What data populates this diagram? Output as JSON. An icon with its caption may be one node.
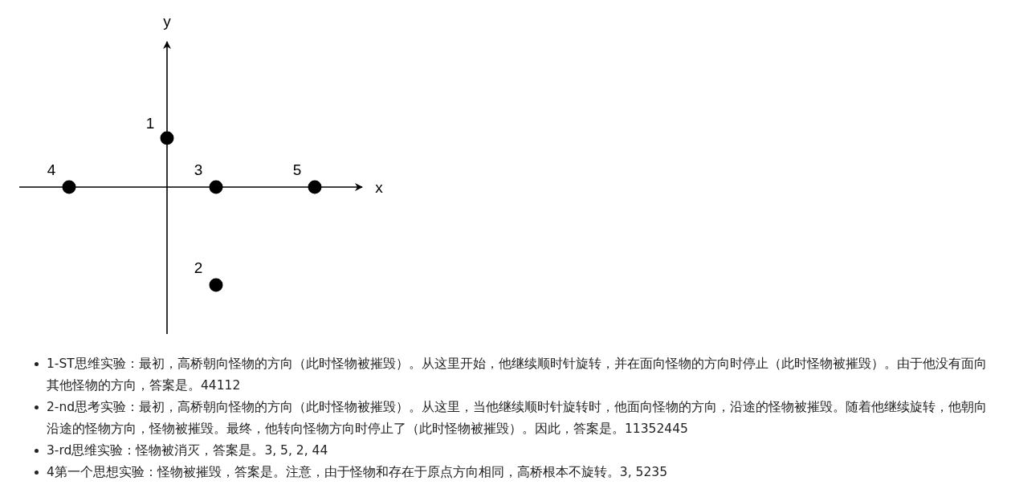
{
  "diagram": {
    "labels": [
      "y",
      "1",
      "4",
      "3",
      "5",
      "x",
      "2",
      "1-ST思维实验：最初，高桥朝向怪物的方向（此时怪物被摧毁）。从这里开始，他继续顺时针旋转，并在面向怪物的方向时停止（此时怪物被摧毁）。由于他没有面向其他怪物的方向，答案是。44112",
      "2-nd思考实验：最初，高桥朝向怪物的方向（此时怪物被摧毁）。从这里，当他继续顺时针旋转时，他面向怪物的方向，沿途的怪物被摧毁。随着他继续旋转，他朝向沿途的怪物方向，怪物被摧毁。最终，他转向怪物方向时停止了（此时怪物被摧毁）。因此，答案是。11352445",
      "3-rd思维实验：怪物被消灭，答案是。3, 5, 2, 44",
      "4第一个思想实验：怪物被摧毁，答案是。注意，由于怪物和存在于原点方向相同，高桥根本不旋转。3, 5235"
    ]
  }
}
